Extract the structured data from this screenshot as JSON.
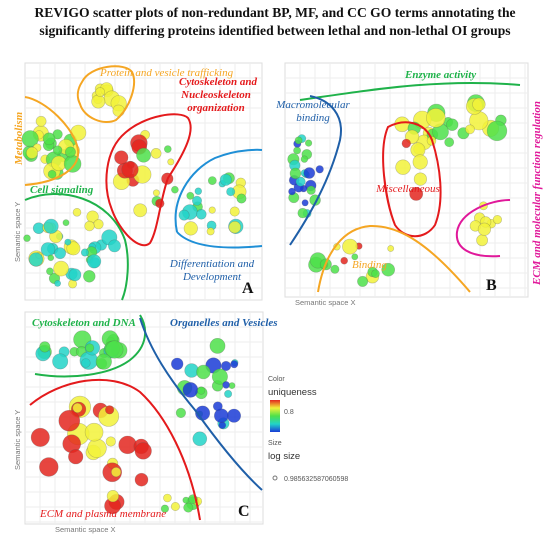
{
  "title": {
    "line1": "REVIGO scatter plots of non-redundant BP, MF, and CC GO terms annotating the",
    "line2": "significantly differing proteins identified between lethal and non-lethal OI groups"
  },
  "colors": {
    "low": "#1a3bd6",
    "mid_low": "#22d3c8",
    "mid": "#4ee04a",
    "mid_high": "#f2f23a",
    "high": "#e3261e",
    "cluster_red": "#e41a1c",
    "cluster_green": "#1fb24a",
    "cluster_orange": "#f5a623",
    "cluster_blue": "#1f5fa8",
    "cluster_magenta": "#e0189a"
  },
  "legend": {
    "color_title": "Color",
    "color_var": "uniqueness",
    "color_tick": "0.8",
    "size_title": "Size",
    "size_var": "log size",
    "size_tick": "0.985632587060598"
  },
  "chart_data": [
    {
      "type": "scatter",
      "panel": "A",
      "xlabel": "",
      "ylabel": "Semantic space Y",
      "clusters": [
        {
          "label": "Protein and vesicle trafficking",
          "color": "#f5a623"
        },
        {
          "label": "Cytoskeleton and",
          "label2": "Nucleoskeleton",
          "label3": "organization",
          "color": "#e41a1c"
        },
        {
          "label": "Metabolism",
          "color": "#f5a623"
        },
        {
          "label": "Cell signaling",
          "color": "#1fb24a"
        },
        {
          "label": "Differentiation and",
          "label2": "Development",
          "color": "#1f5fa8"
        }
      ]
    },
    {
      "type": "scatter",
      "panel": "B",
      "xlabel": "Semantic space X",
      "ylabel": "",
      "clusters": [
        {
          "label": "Enzyme activity",
          "color": "#1fb24a"
        },
        {
          "label": "Macromolecular",
          "label2": "binding",
          "color": "#1f5fa8"
        },
        {
          "label": "Miscellaneous",
          "color": "#e41a1c"
        },
        {
          "label": "ECM and molecular function regulation",
          "color": "#e0189a"
        },
        {
          "label": "Binding",
          "color": "#f5a623"
        }
      ]
    },
    {
      "type": "scatter",
      "panel": "C",
      "xlabel": "Semantic space X",
      "ylabel": "Semantic space Y",
      "clusters": [
        {
          "label": "Cytoskeleton and DNA",
          "color": "#1fb24a"
        },
        {
          "label": "Organelles and Vesicles",
          "color": "#1f5fa8"
        },
        {
          "label": "ECM and plasma membrane",
          "color": "#e41a1c"
        }
      ]
    }
  ]
}
